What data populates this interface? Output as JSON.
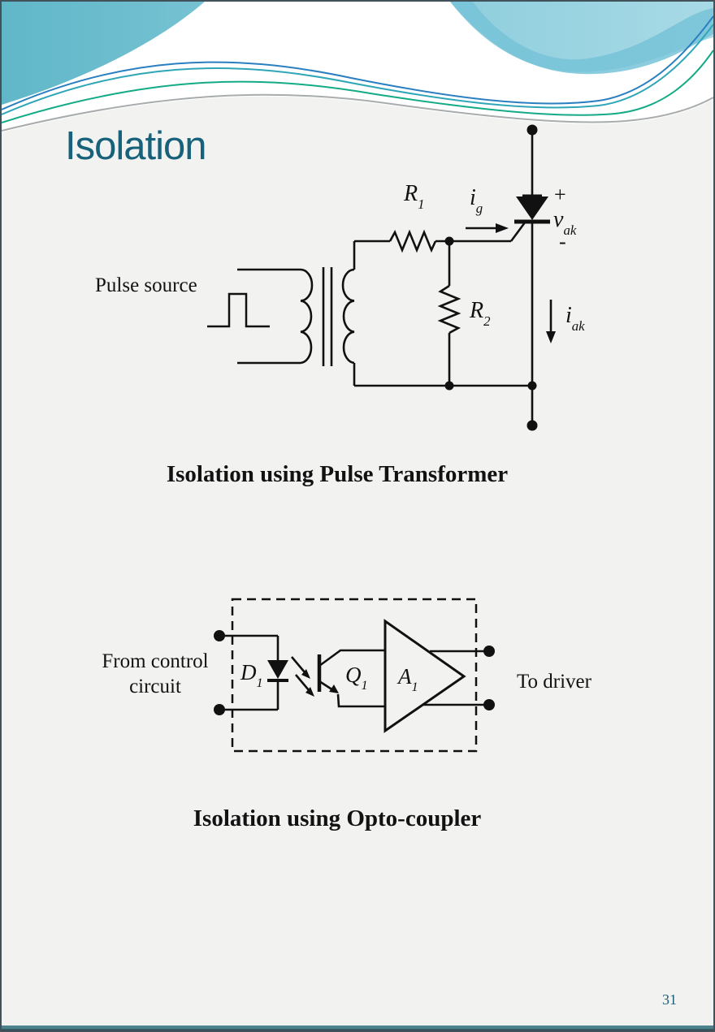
{
  "slide": {
    "title": "Isolation",
    "page_number": "31",
    "colors": {
      "title_text": "#17617a",
      "header_teal": "#60b7c8",
      "header_light_blue": "#a8dae6",
      "line_blue": "#2a7fc0",
      "line_teal": "#2fa6b8",
      "line_green": "#12ab85",
      "line_gray": "#a8acad",
      "ink": "#121212",
      "footer_teal": "#4c838e"
    }
  },
  "figure1": {
    "caption": "Isolation using Pulse Transformer",
    "labels": {
      "pulse_source": "Pulse source",
      "r1": {
        "base": "R",
        "sub": "1"
      },
      "r2": {
        "base": "R",
        "sub": "2"
      },
      "ig": {
        "base": "i",
        "sub": "g"
      },
      "iak": {
        "base": "i",
        "sub": "ak"
      },
      "vak": {
        "base": "v",
        "sub": "ak"
      },
      "plus": "+",
      "minus": "-"
    }
  },
  "figure2": {
    "caption": "Isolation using Opto-coupler",
    "labels": {
      "from_control_line1": "From control",
      "from_control_line2": "circuit",
      "to_driver": "To driver",
      "d1": {
        "base": "D",
        "sub": "1"
      },
      "q1": {
        "base": "Q",
        "sub": "1"
      },
      "a1": {
        "base": "A",
        "sub": "1"
      }
    }
  }
}
